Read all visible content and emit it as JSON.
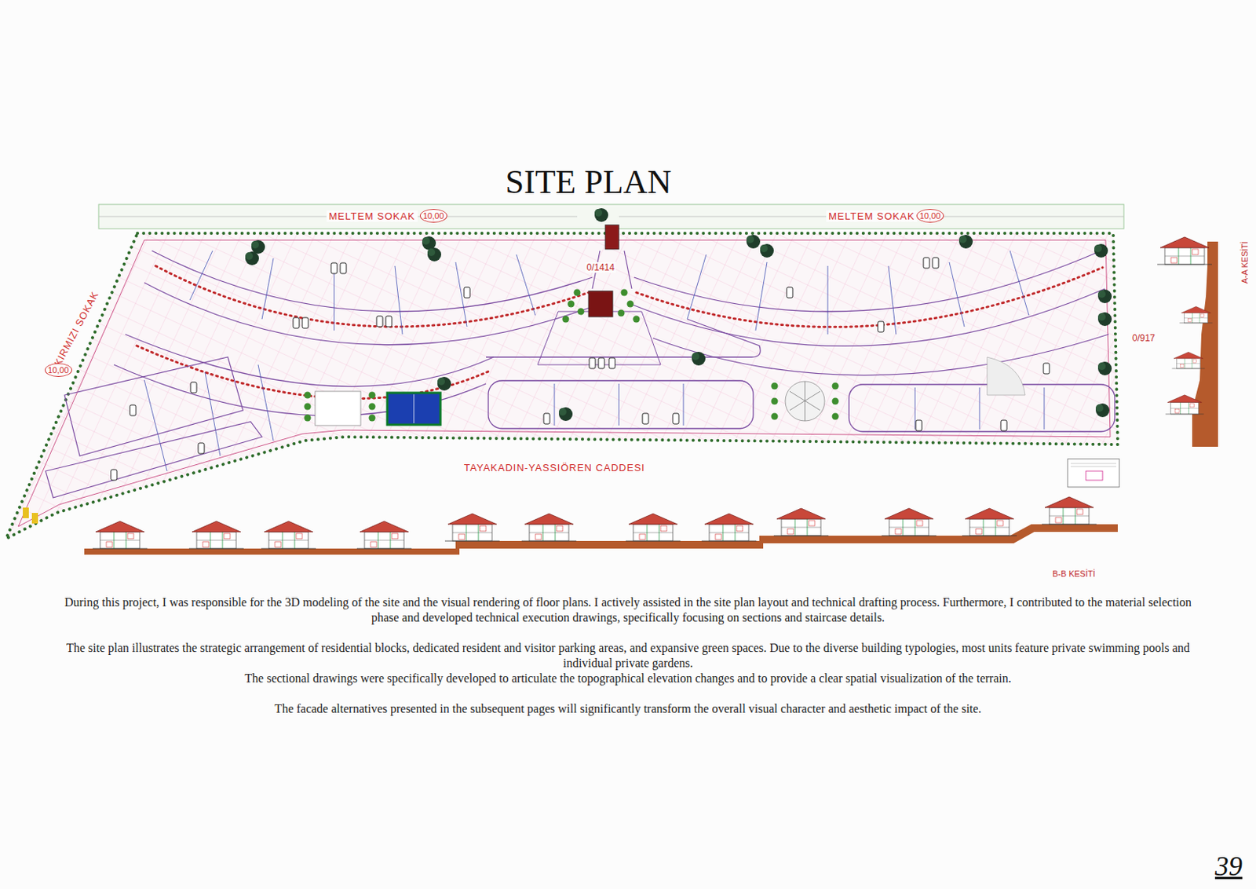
{
  "diagram": {
    "title": "SITE PLAN",
    "labels": [
      "MELTEM SOKAK",
      "10,00",
      "MELTEM SOKAK",
      "10,00",
      "KIRMIZI SOKAK",
      "10,00",
      "0/1414",
      "0/917",
      "TAYAKADIN-YASSIÖREN CADDESI",
      "A-A KESİTİ",
      "B-B KESİTİ",
      "During this project, I was responsible for the 3D modeling of the site and the visual rendering of floor plans. I actively assisted in the site plan layout and technical drafting process. Furthermore, I contributed to the material selection phase and developed technical execution drawings, specifically focusing on sections and staircase details.",
      "The site plan illustrates the strategic arrangement of residential blocks, dedicated resident and visitor parking areas, and expansive green spaces. Due to the diverse building typologies, most units feature private swimming pools and individual private gardens.",
      "The sectional drawings were specifically developed to articulate the topographical elevation changes and to provide a clear spatial visualization of the terrain.",
      "The facade alternatives presented in the subsequent pages will significantly transform the overall visual character and aesthetic impact of the site.",
      "39"
    ]
  }
}
